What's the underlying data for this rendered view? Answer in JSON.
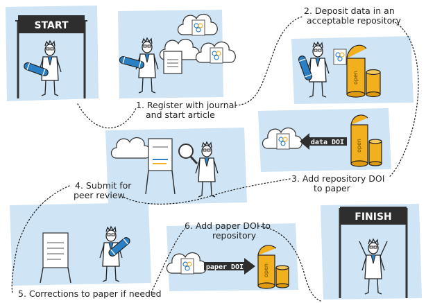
{
  "signs": {
    "start": "START",
    "finish": "FINISH"
  },
  "steps": {
    "step1": [
      "1. Register with journal",
      "and start article"
    ],
    "step2": [
      "2. Deposit data in an",
      "acceptable repository"
    ],
    "step3": [
      "3. Add repository DOI",
      "to paper"
    ],
    "step4": [
      "4. Submit for",
      "peer review"
    ],
    "step5": [
      "5. Corrections to paper if needed"
    ],
    "step6": [
      "6. Add paper DOI to",
      "repository"
    ]
  },
  "arrows": {
    "data_doi": "data DOI",
    "paper_doi": "paper DOI"
  },
  "repository_label": "open",
  "colors": {
    "accent_blue": "#2b7fc4",
    "repository_gold": "#f2b01e",
    "panel_blue": "#cfe4f4",
    "sign_dark": "#2e2e2e"
  },
  "icons": [
    "figure-icon",
    "repository-icon",
    "magnifier-icon",
    "cloud-icon",
    "document-icon",
    "telescope-icon"
  ]
}
